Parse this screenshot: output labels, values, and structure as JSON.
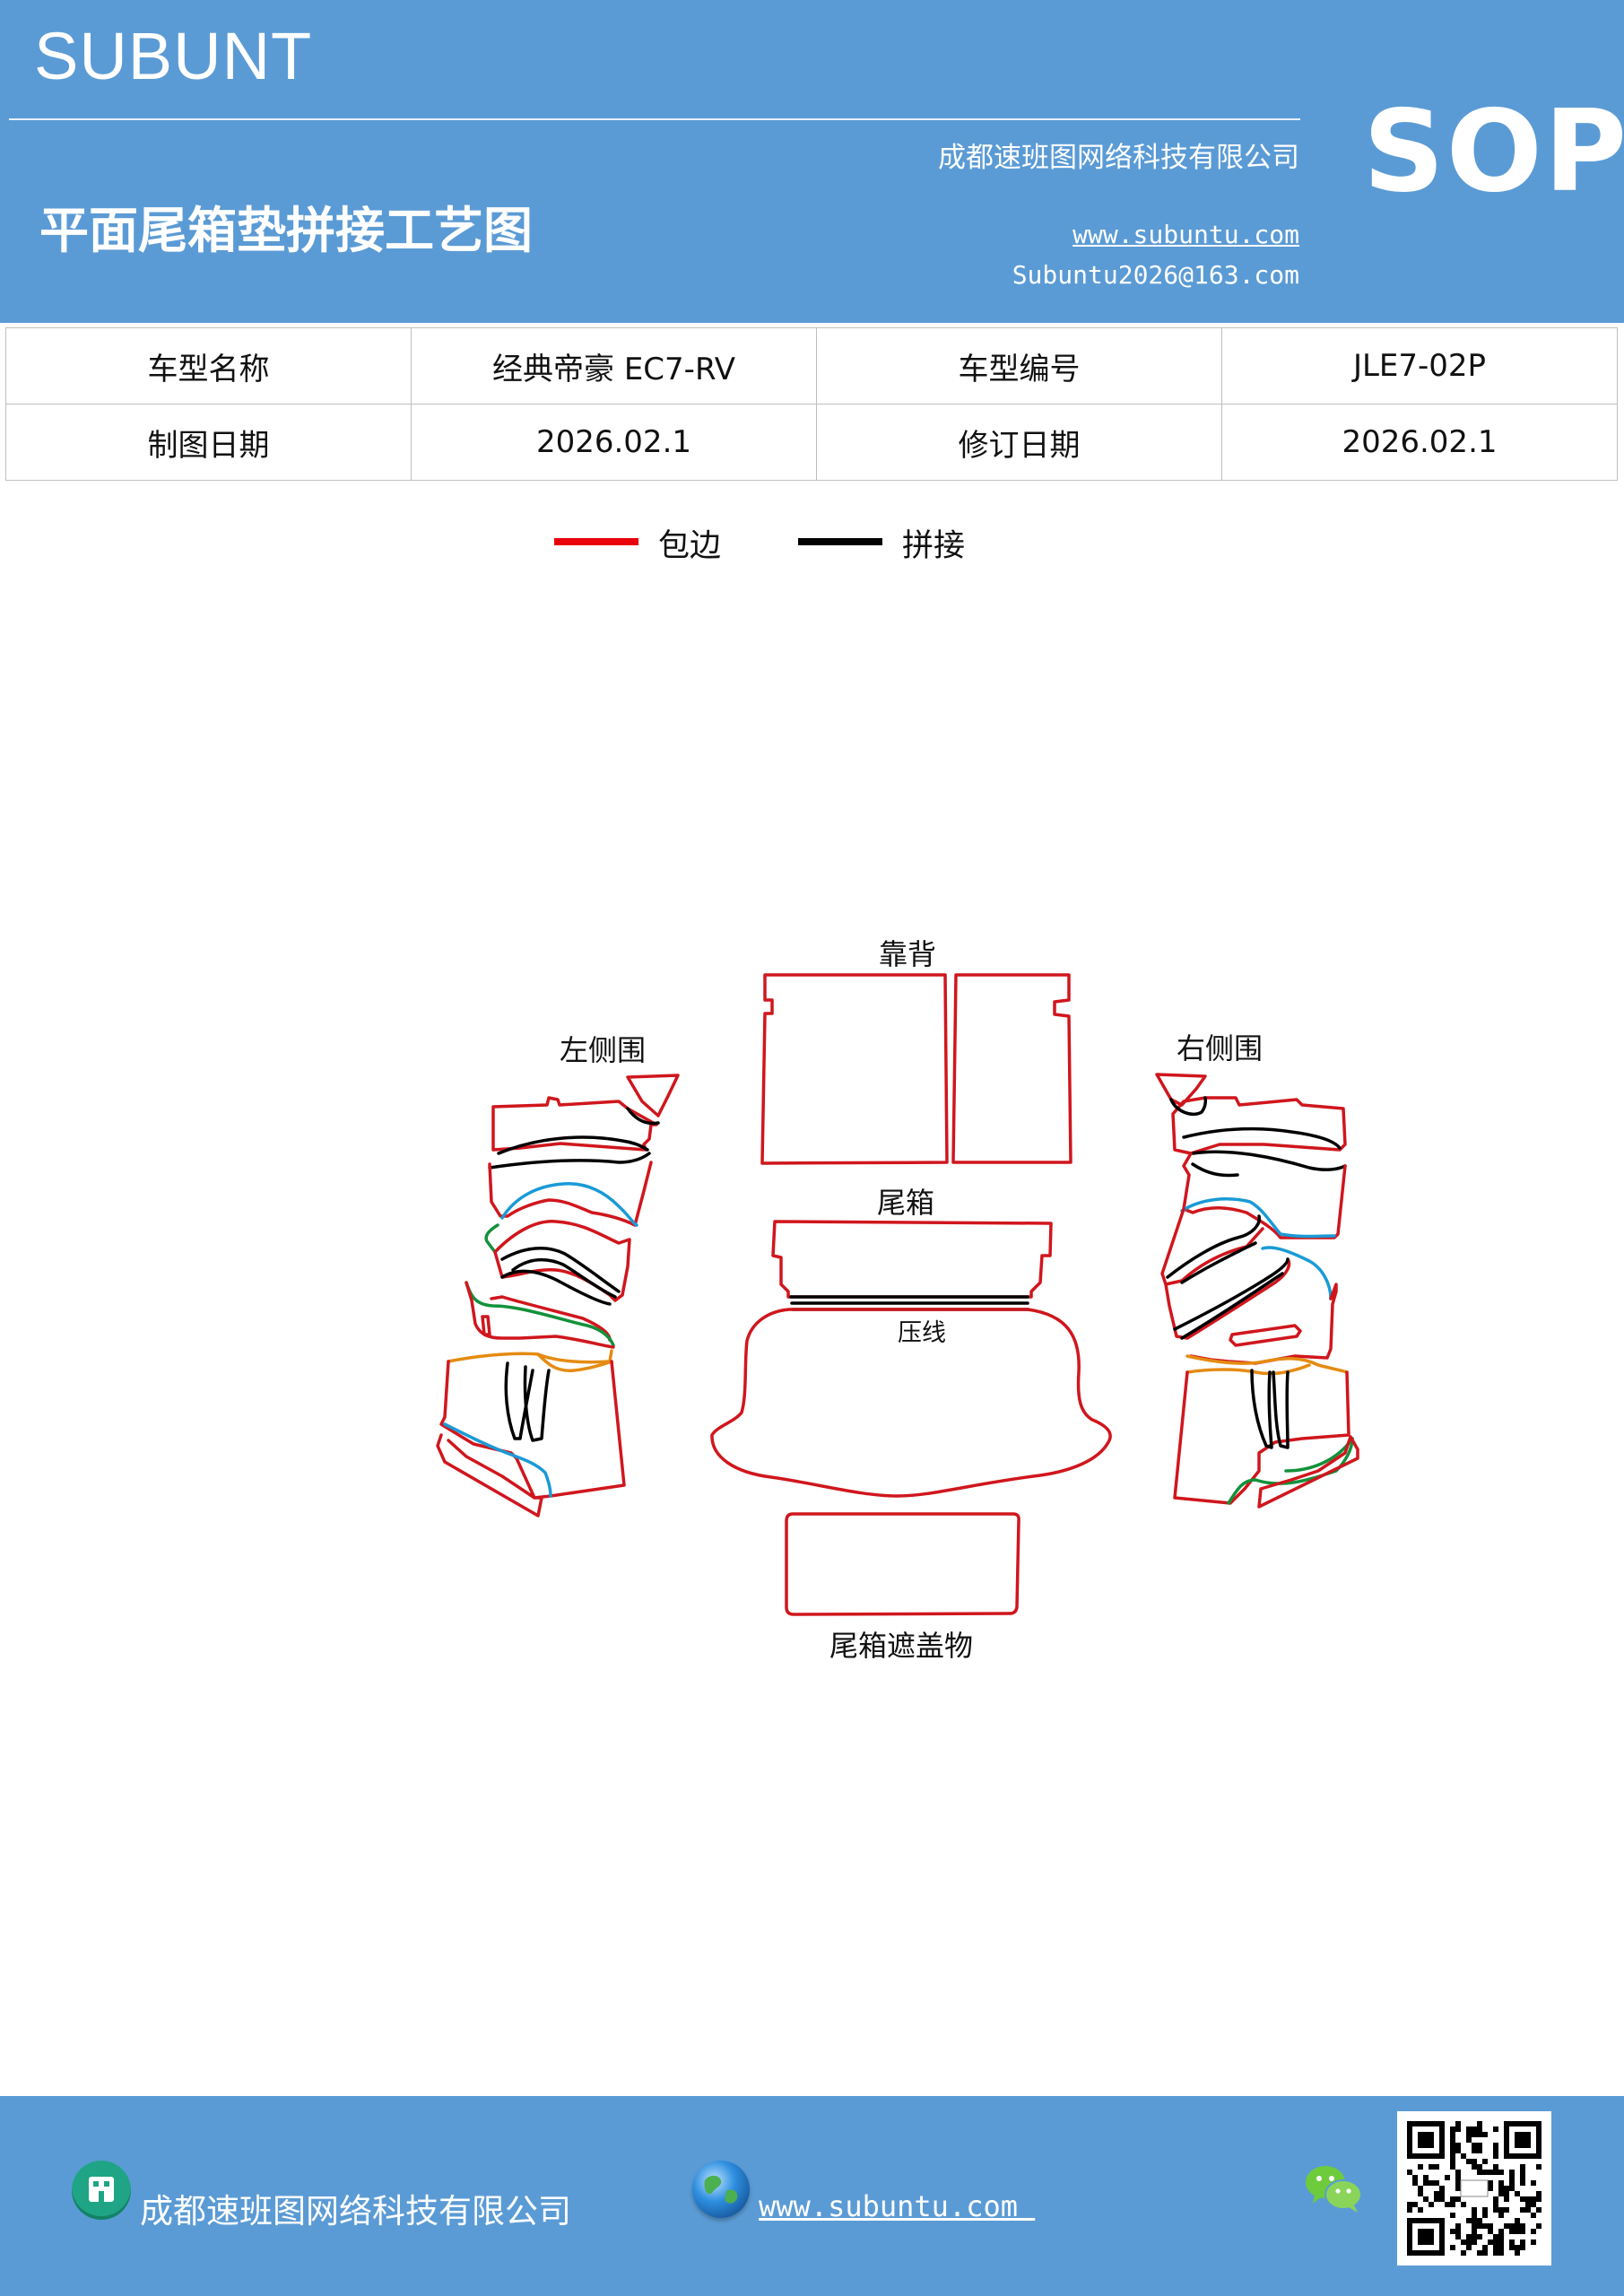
{
  "header": {
    "brand": "SUBUNT",
    "title": "平面尾箱垫拼接工艺图",
    "company": "成都速班图网络科技有限公司",
    "website": "www.subuntu.com",
    "email": "Subuntu2026@163.com",
    "badge": "SOP"
  },
  "info_table": {
    "rows": [
      [
        "车型名称",
        "经典帝豪 EC7-RV",
        "车型编号",
        "JLE7-02P"
      ],
      [
        "制图日期",
        "2026.02.1",
        "修订日期",
        "2026.02.1"
      ]
    ]
  },
  "legend": {
    "items": [
      {
        "label": "包边",
        "color": "#e8000b"
      },
      {
        "label": "拼接",
        "color": "#000000"
      }
    ]
  },
  "diagram": {
    "labels": {
      "backrest": "靠背",
      "left_side": "左侧围",
      "right_side": "右侧围",
      "trunk": "尾箱",
      "press_line": "压线",
      "cover": "尾箱遮盖物"
    },
    "colors": {
      "edge": "#d0161d",
      "seam": "#000000",
      "blue": "#1a9ad6",
      "green": "#12913a",
      "orange": "#e58b12"
    }
  },
  "footer": {
    "company": "成都速班图网络科技有限公司",
    "website": "www.subuntu.com ",
    "icons": [
      "building-icon",
      "globe-icon",
      "wechat-icon",
      "qr-code"
    ]
  }
}
